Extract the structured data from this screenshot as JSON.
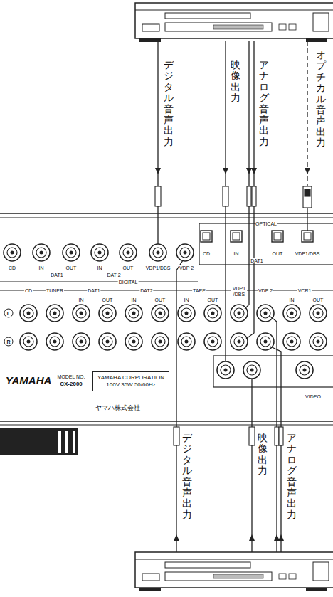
{
  "diagram": {
    "nodes": [
      {
        "text": [
          "YAMAHA CORPORATION",
          "100V 35W 50/60Hz"
        ]
      }
    ],
    "labels": [
      "デジタル音声出力",
      "映像出力",
      "アナログ音声出力",
      "オプチカル音声出力",
      "OPTICAL",
      "CD",
      "IN",
      "DAT1",
      "OUT",
      "VDP1/DBS",
      "CD",
      "IN",
      "DAT1",
      "OUT",
      "IN",
      "DAT 2",
      "OUT",
      "VDP1/DBS",
      "VDP 2",
      "DIGITAL",
      "CD",
      "TUNER",
      "DAT1",
      "DAT2",
      "TAPE",
      "VDP1 /DBS",
      "VDP 2",
      "VCR1",
      "IN",
      "OUT",
      "IN",
      "OUT",
      "IN",
      "OUT",
      "IN",
      "OUT",
      "L",
      "R",
      "VIDEO",
      "YAMAHA",
      "MODEL NO.",
      "CX-2000",
      "ヤマハ株式会社",
      "デジタル音声出力",
      "映像出力",
      "アナログ音声出力"
    ]
  }
}
